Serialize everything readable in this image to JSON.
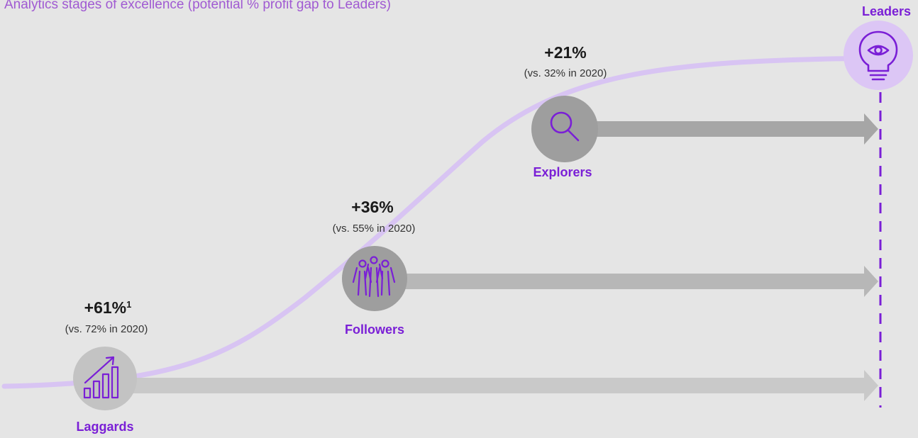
{
  "title": "Analytics stages of excellence (potential % profit gap to Leaders)",
  "colors": {
    "background": "#e5e5e5",
    "accent": "#7a1fd6",
    "curve": "#d8c4f3",
    "stage_circle": "#9e9e9e",
    "leader_circle": "#dcc6f5",
    "arrow_light": "#c9c9c9",
    "arrow_mid": "#b7b7b7",
    "arrow_dark": "#a6a6a6",
    "icon": "#7a1fd6"
  },
  "stages": {
    "laggards": {
      "label": "Laggards",
      "gap": "+61%",
      "footnote": "1",
      "comparison": "(vs. 72% in 2020)",
      "icon": "bar-chart-growth-icon"
    },
    "followers": {
      "label": "Followers",
      "gap": "+36%",
      "comparison": "(vs. 55% in 2020)",
      "icon": "group-of-people-icon"
    },
    "explorers": {
      "label": "Explorers",
      "gap": "+21%",
      "comparison": "(vs. 32% in 2020)",
      "icon": "magnifying-glass-icon"
    },
    "leaders": {
      "label": "Leaders",
      "icon": "lightbulb-eye-icon"
    }
  }
}
